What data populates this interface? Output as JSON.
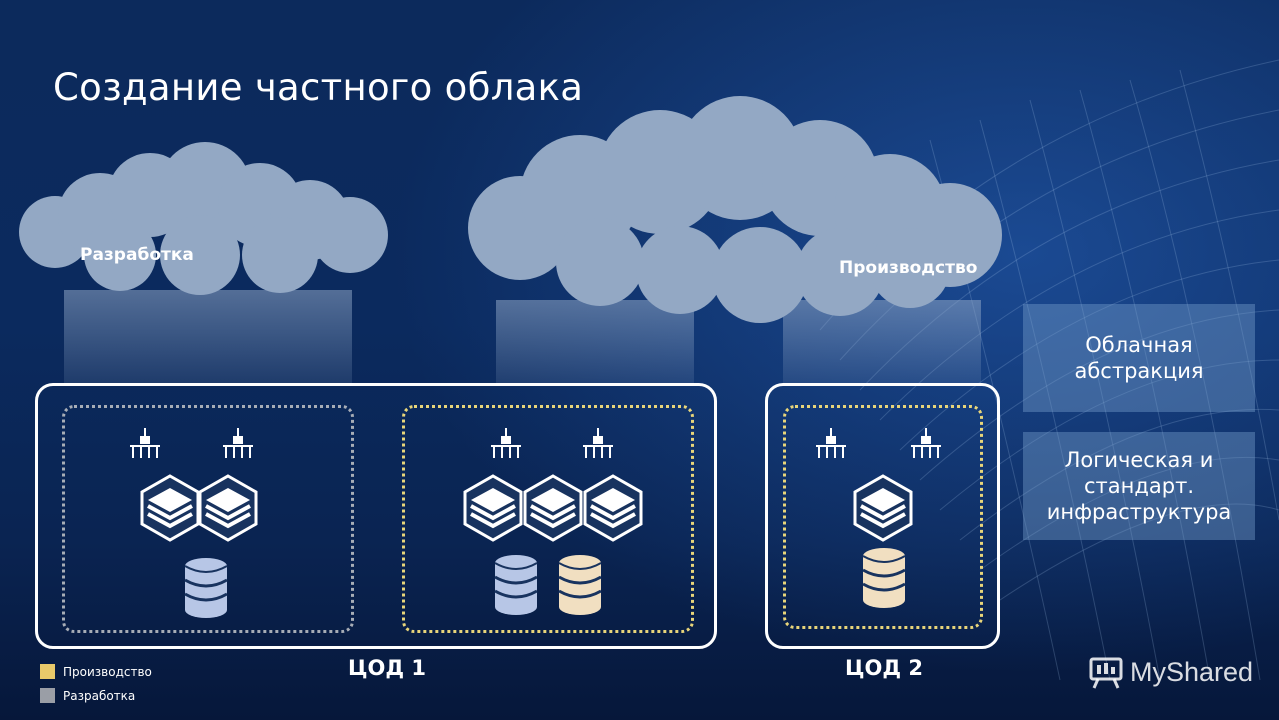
{
  "slide": {
    "title": "Создание частного облака"
  },
  "clouds": {
    "dev_label": "Разработка",
    "prod_label": "Производство"
  },
  "datacenters": {
    "dc1_label": "ЦОД 1",
    "dc2_label": "ЦОД 2"
  },
  "side_panels": {
    "abstraction": [
      "Облачная",
      "абстракция"
    ],
    "infrastructure": [
      "Логическая и",
      "стандарт.",
      "инфраструктура"
    ]
  },
  "legend": {
    "items": [
      {
        "label": "Производство",
        "color": "#e8c96a"
      },
      {
        "label": "Разработка",
        "color": "#9a9ea6"
      }
    ]
  },
  "brand": {
    "name": "MyShared"
  },
  "colors": {
    "cloud": "#93a8c4",
    "storage_blue": "#b7c6e6",
    "storage_cream": "#f1dfc1",
    "server": "#18335f"
  }
}
